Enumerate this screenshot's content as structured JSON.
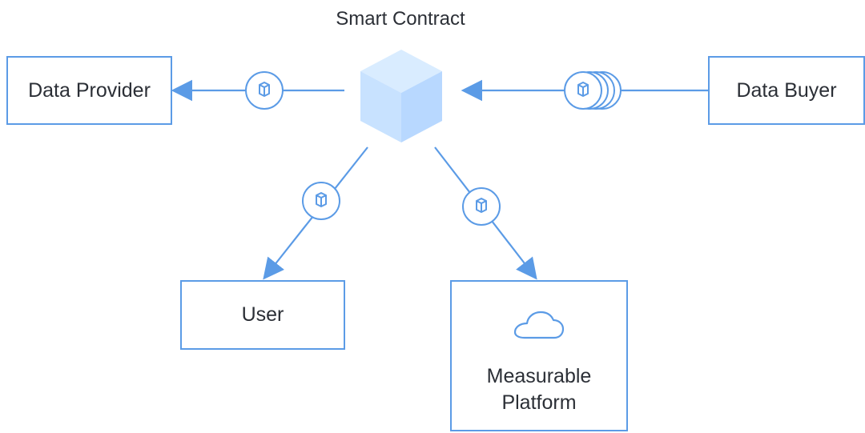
{
  "title": "Smart Contract",
  "nodes": {
    "data_provider": "Data Provider",
    "data_buyer": "Data Buyer",
    "user": "User",
    "measurable_platform": "Measurable\nPlatform"
  },
  "colors": {
    "accent": "#5b9be6",
    "cube_top": "#d9ecff",
    "cube_left": "#c8e2ff",
    "cube_right": "#b8d8ff",
    "stroke": "#5b9be6"
  },
  "icons": {
    "center": "cube-icon",
    "token": "token-icon",
    "platform": "cloud-icon"
  }
}
